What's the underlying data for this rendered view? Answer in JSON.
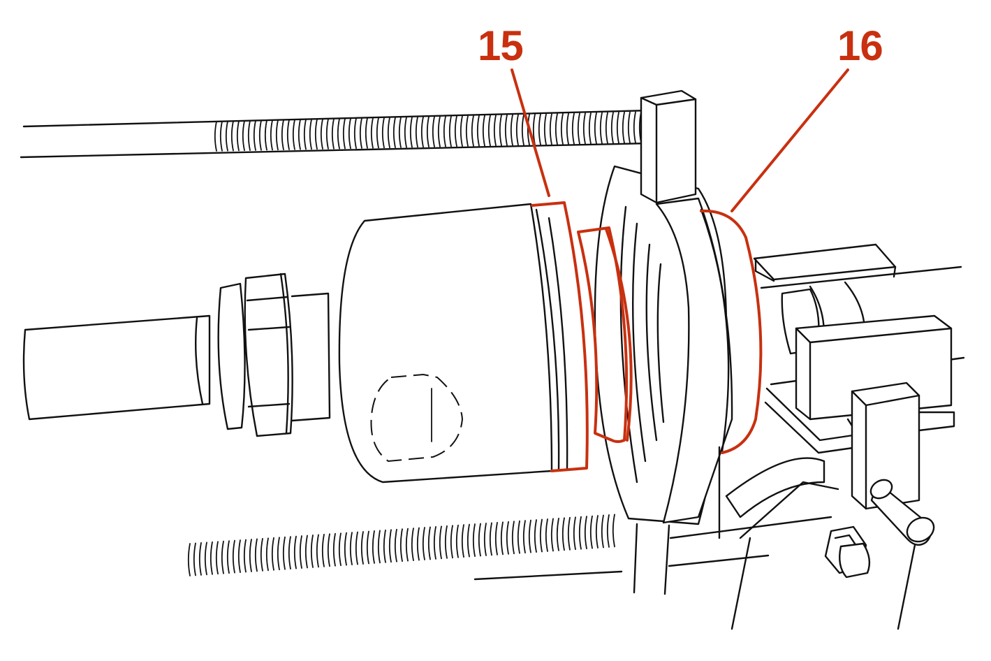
{
  "accent_color": "#c8300f",
  "line_color": "#111111",
  "callouts": [
    {
      "id": "15",
      "label": "15"
    },
    {
      "id": "16",
      "label": "16"
    }
  ],
  "icons": [
    "threaded-rod-icon",
    "bolt-head-icon",
    "puller-frame-icon"
  ]
}
